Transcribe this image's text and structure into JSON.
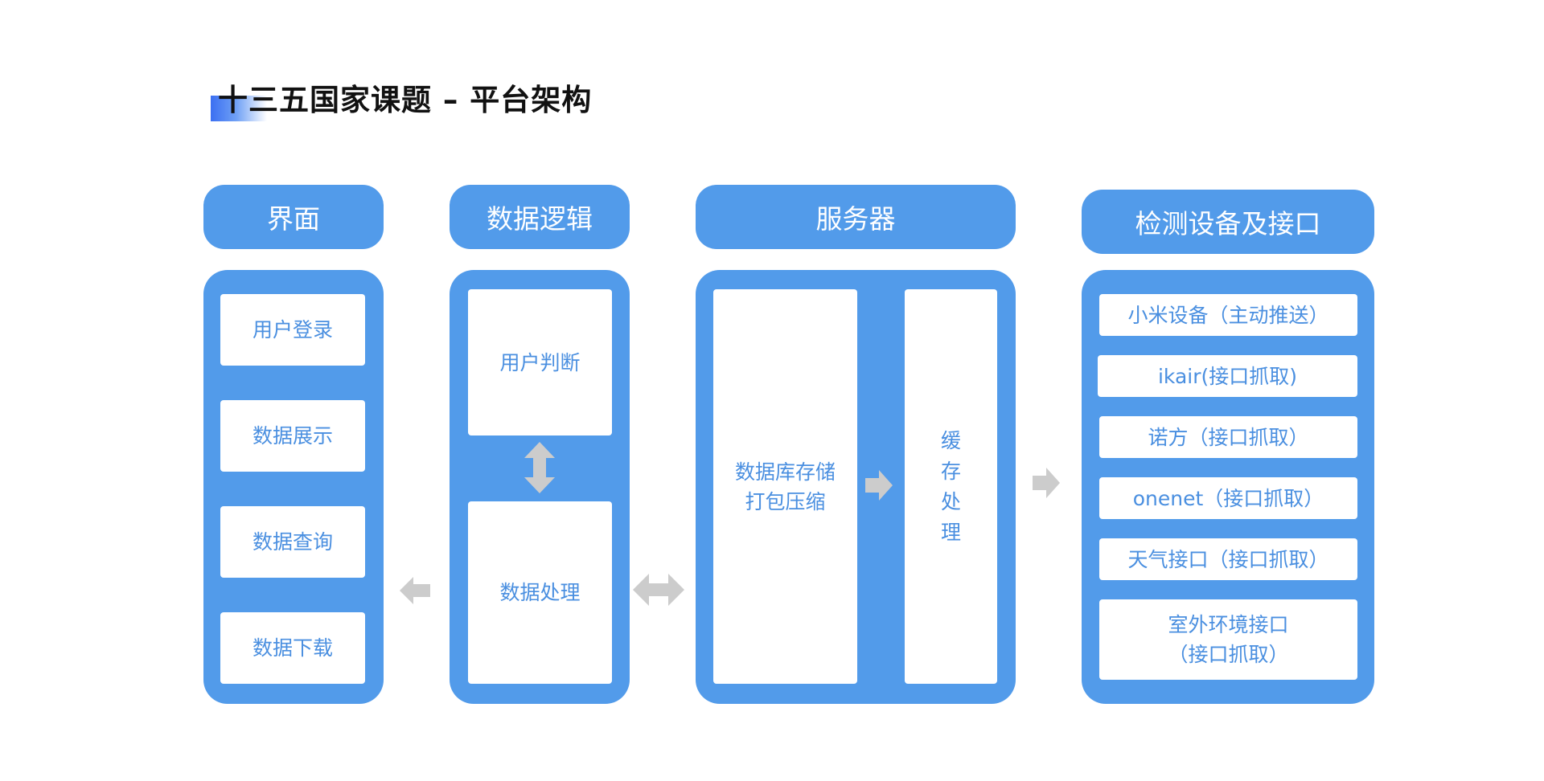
{
  "title": "十三五国家课题 – 平台架构",
  "columns": {
    "ui": {
      "header": "界面",
      "items": [
        "用户登录",
        "数据展示",
        "数据查询",
        "数据下载"
      ]
    },
    "logic": {
      "header": "数据逻辑",
      "items": [
        "用户判断",
        "数据处理"
      ]
    },
    "server": {
      "header": "服务器",
      "storage": "数据库存储\n打包压缩",
      "cache": "缓\n存\n处\n理"
    },
    "devices": {
      "header": "检测设备及接口",
      "items": [
        "小米设备（主动推送）",
        "ikair(接口抓取)",
        "诺方（接口抓取）",
        "onenet（接口抓取）",
        "天气接口（接口抓取）",
        "室外环境接口\n（接口抓取）"
      ]
    }
  },
  "colors": {
    "primary": "#529bea",
    "card_text": "#4a8fe0",
    "arrow": "#cccccc"
  },
  "icons": [
    "arrow-left-icon",
    "arrow-up-down-icon",
    "arrow-left-right-icon",
    "arrow-right-icon"
  ]
}
